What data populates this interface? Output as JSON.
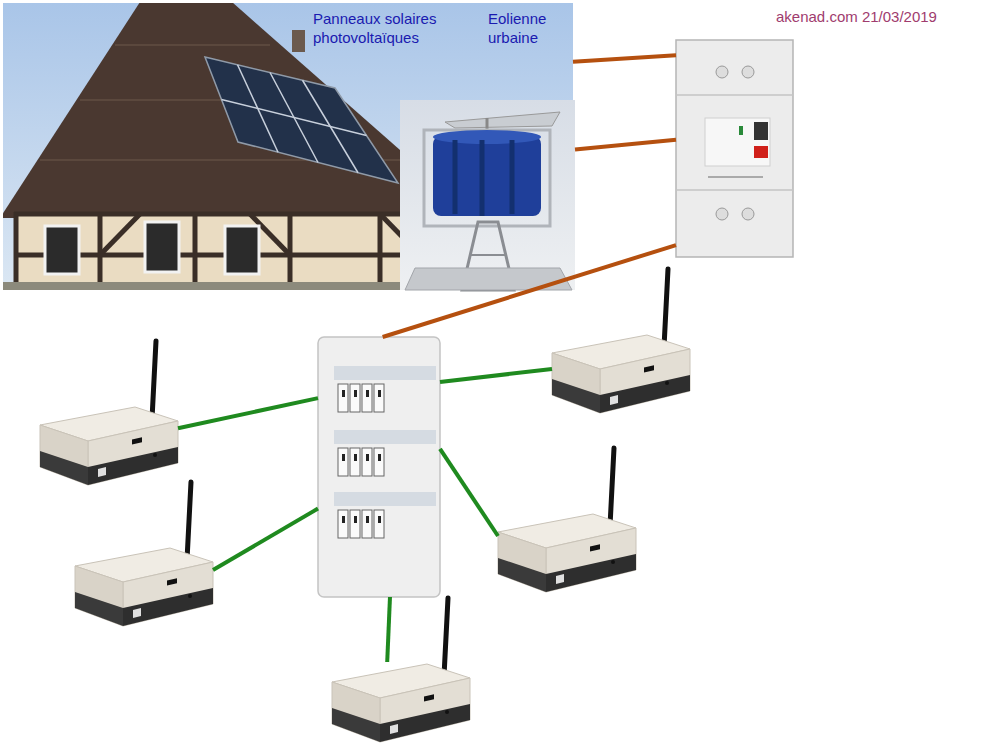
{
  "diagram": {
    "nodes": [
      {
        "text": [
          "Panneaux solaires photovoltaïques"
        ]
      },
      {
        "text": [
          "Eolienne urbaine"
        ]
      },
      {
        "text": []
      },
      {
        "text": []
      },
      {
        "text": []
      },
      {
        "text": []
      },
      {
        "text": []
      },
      {
        "text": []
      },
      {
        "text": []
      }
    ],
    "edges": [
      {
        "from": 0,
        "to": 2,
        "arrow": "none"
      },
      {
        "from": 1,
        "to": 2,
        "arrow": "none"
      },
      {
        "from": 2,
        "to": 3,
        "arrow": "none"
      },
      {
        "from": 3,
        "to": 4,
        "arrow": "none"
      },
      {
        "from": 3,
        "to": 5,
        "arrow": "none"
      },
      {
        "from": 3,
        "to": 6,
        "arrow": "none"
      },
      {
        "from": 3,
        "to": 7,
        "arrow": "none"
      },
      {
        "from": 3,
        "to": 8,
        "arrow": "none"
      }
    ],
    "labels": [
      "akenad.com 21/03/2019"
    ]
  }
}
